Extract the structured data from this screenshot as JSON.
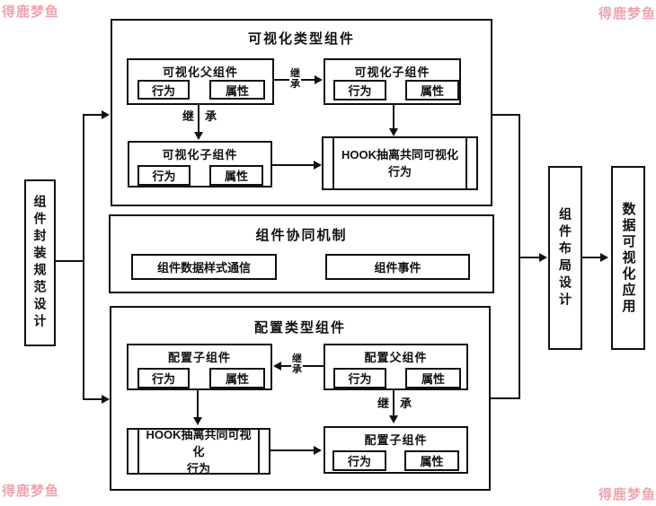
{
  "watermark": {
    "text": "得鹿梦鱼",
    "color": "#ec93a1"
  },
  "inherit": {
    "c1": "继",
    "c2": "承"
  },
  "left_panel": {
    "title": "组件封装规范设计"
  },
  "visual_group": {
    "title": "可视化类型组件",
    "parent": {
      "title": "可视化父组件",
      "behavior": "行为",
      "attr": "属性"
    },
    "child_a": {
      "title": "可视化子组件",
      "behavior": "行为",
      "attr": "属性"
    },
    "child_b": {
      "title": "可视化子组件",
      "behavior": "行为",
      "attr": "属性"
    },
    "hook": {
      "line1": "HOOK抽离共同可视化",
      "line2": "行为"
    }
  },
  "coordination_group": {
    "title": "组件协同机制",
    "data_style_comm": "组件数据样式通信",
    "component_event": "组件事件"
  },
  "config_group": {
    "title": "配置类型组件",
    "child_a": {
      "title": "配置子组件",
      "behavior": "行为",
      "attr": "属性"
    },
    "parent": {
      "title": "配置父组件",
      "behavior": "行为",
      "attr": "属性"
    },
    "hook": {
      "line1": "HOOK抽离共同可视化",
      "line2": "行为"
    },
    "child_b": {
      "title": "配置子组件",
      "behavior": "行为",
      "attr": "属性"
    }
  },
  "layout_panel": {
    "title": "组件布局设计"
  },
  "app_panel": {
    "title": "数据可视化应用"
  }
}
